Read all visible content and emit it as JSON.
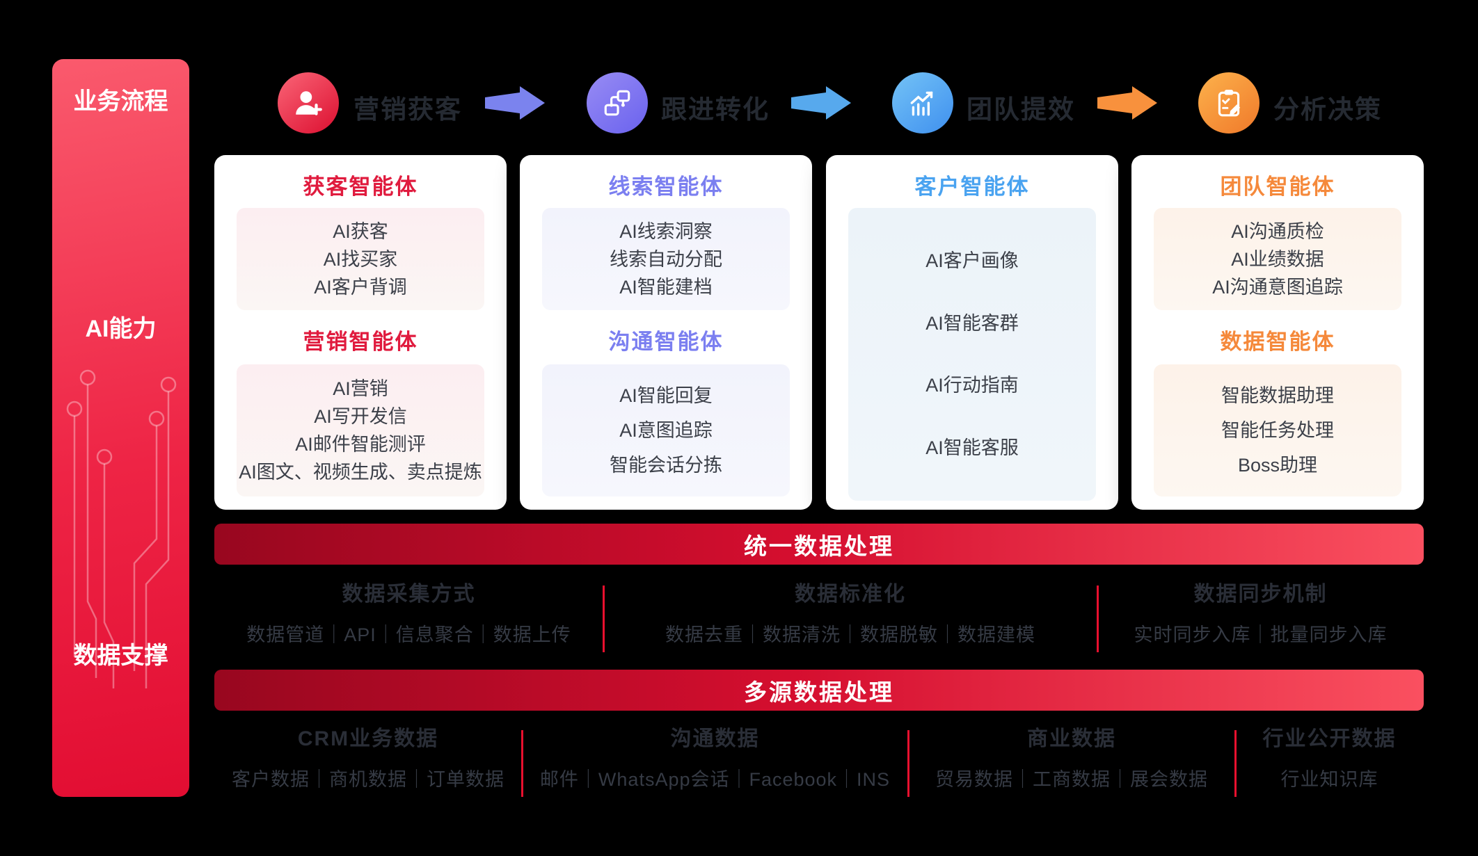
{
  "sidebar": {
    "items": [
      {
        "label": "业务流程"
      },
      {
        "label": "AI能力"
      },
      {
        "label": "数据支撑"
      }
    ]
  },
  "flow": {
    "steps": [
      {
        "label": "营销获客",
        "icon": "user-add-icon",
        "color": "#dc0f30"
      },
      {
        "label": "跟进转化",
        "icon": "workflow-icon",
        "color": "#6a62ee"
      },
      {
        "label": "团队提效",
        "icon": "chart-growth-icon",
        "color": "#3f90ef"
      },
      {
        "label": "分析决策",
        "icon": "clipboard-icon",
        "color": "#f0792a"
      }
    ],
    "arrows": [
      {
        "color": "#7b83ee"
      },
      {
        "color": "#57a9ed"
      },
      {
        "color": "#f8913d"
      }
    ]
  },
  "cards": [
    {
      "accent": "#e01b3e",
      "sections": [
        {
          "title": "获客智能体",
          "items": [
            "AI获客",
            "AI找买家",
            "AI客户背调"
          ]
        },
        {
          "title": "营销智能体",
          "items": [
            "AI营销",
            "AI写开发信",
            "AI邮件智能测评",
            "AI图文、视频生成、卖点提炼"
          ]
        }
      ]
    },
    {
      "accent": "#7b7ff0",
      "sections": [
        {
          "title": "线索智能体",
          "items": [
            "AI线索洞察",
            "线索自动分配",
            "AI智能建档"
          ]
        },
        {
          "title": "沟通智能体",
          "items": [
            "AI智能回复",
            "AI意图追踪",
            "智能会话分拣"
          ]
        }
      ]
    },
    {
      "accent": "#4aa3f0",
      "sections": [
        {
          "title": "客户智能体",
          "items": [
            "AI客户画像",
            "AI智能客群",
            "AI行动指南",
            "AI智能客服"
          ]
        }
      ]
    },
    {
      "accent": "#f5893b",
      "sections": [
        {
          "title": "团队智能体",
          "items": [
            "AI沟通质检",
            "AI业绩数据",
            "AI沟通意图追踪"
          ]
        },
        {
          "title": "数据智能体",
          "items": [
            "智能数据助理",
            "智能任务处理",
            "Boss助理"
          ]
        }
      ]
    }
  ],
  "unified": {
    "banner": "统一数据处理",
    "columns": [
      {
        "title": "数据采集方式",
        "items": "数据管道｜API｜信息聚合｜数据上传"
      },
      {
        "title": "数据标准化",
        "items": "数据去重｜数据清洗｜数据脱敏｜数据建模"
      },
      {
        "title": "数据同步机制",
        "items": "实时同步入库｜批量同步入库"
      }
    ]
  },
  "multisource": {
    "banner": "多源数据处理",
    "columns": [
      {
        "title": "CRM业务数据",
        "items": "客户数据｜商机数据｜订单数据"
      },
      {
        "title": "沟通数据",
        "items": "邮件｜WhatsApp会话｜Facebook｜INS"
      },
      {
        "title": "商业数据",
        "items": "贸易数据｜工商数据｜展会数据"
      },
      {
        "title": "行业公开数据",
        "items": "行业知识库"
      }
    ]
  },
  "colors": {
    "background": "#000000",
    "sidebar_gradient_top": "#fa5a6d",
    "sidebar_gradient_bottom": "#e20d32",
    "banner_gradient_left": "#98071f",
    "banner_gradient_right": "#fa5060",
    "divider_red": "#e8102e",
    "dark_text": "#252a32",
    "card_background": "#ffffff"
  }
}
